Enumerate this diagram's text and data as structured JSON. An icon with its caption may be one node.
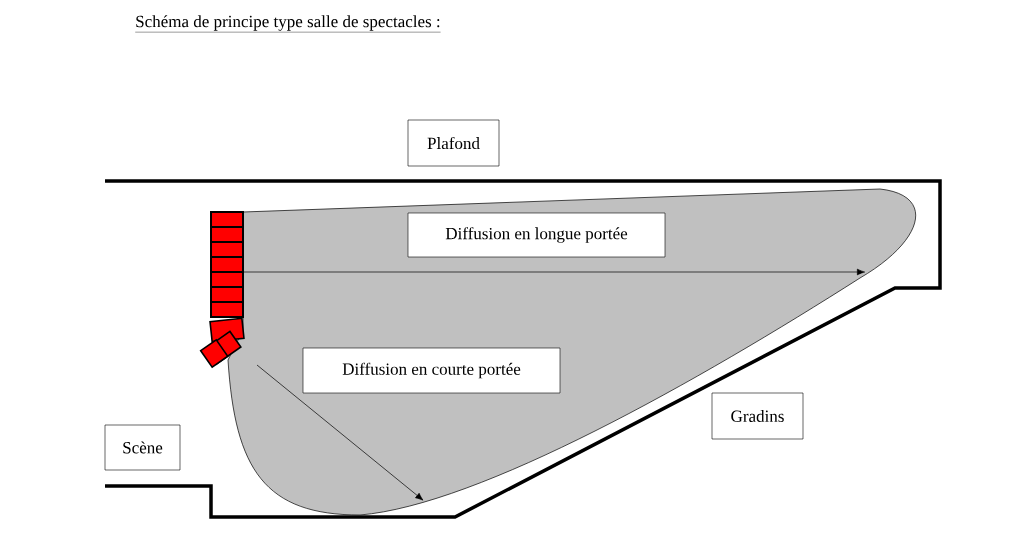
{
  "diagram": {
    "title": "Schéma de principe type salle de spectacles :",
    "nodes": [
      {
        "text": [
          "Plafond"
        ]
      },
      {
        "text": [
          "Diffusion en longue portée"
        ]
      },
      {
        "text": [
          "Diffusion en courte portée"
        ]
      },
      {
        "text": [
          "Gradins"
        ]
      },
      {
        "text": [
          "Scène"
        ]
      }
    ]
  }
}
